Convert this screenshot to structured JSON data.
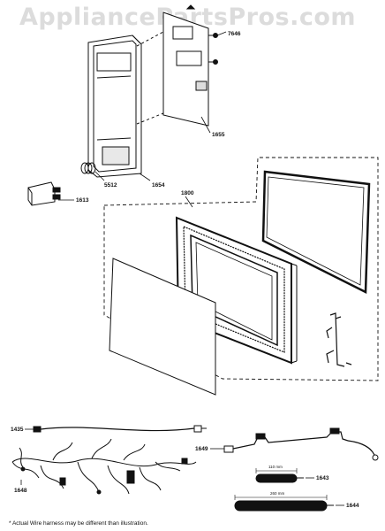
{
  "watermark": "AppliancePartsPros.com",
  "parts": {
    "p7646": "7646",
    "p1655": "1655",
    "p1654": "1654",
    "p5512": "5512",
    "p1613": "1613",
    "p1800": "1800",
    "p1435": "1435",
    "p1649": "1649",
    "p1648": "1648",
    "p1643": "1643",
    "p1644": "1644"
  },
  "dimensions": {
    "d110": "110 mm",
    "d260": "260 mm"
  },
  "footnote": "* Actual Wire harness may be different than illustration."
}
